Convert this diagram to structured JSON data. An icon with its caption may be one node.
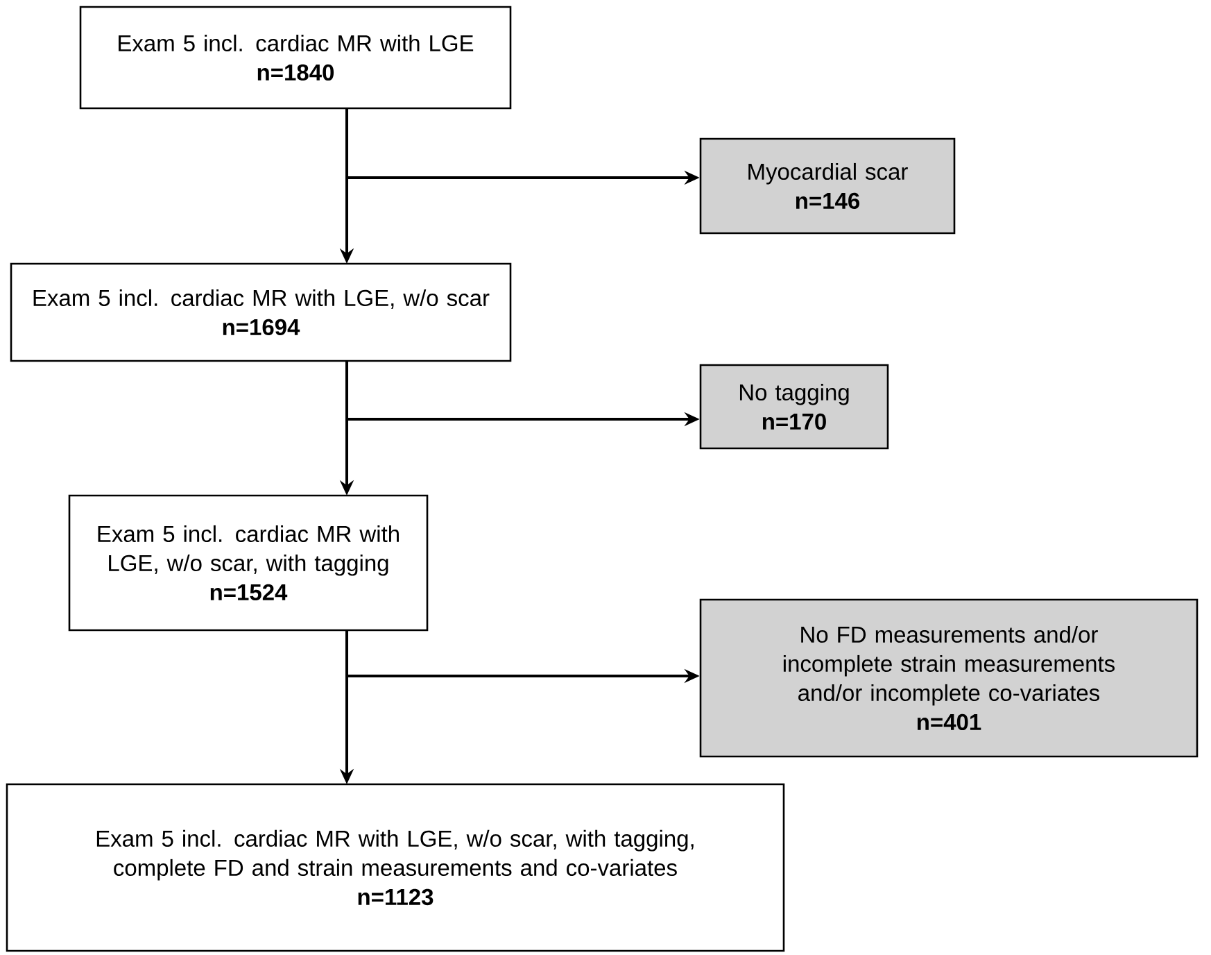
{
  "diagram": {
    "nodes": [
      {
        "text": [
          "Exam 5 incl. cardiac MR with LGE",
          "n=1840"
        ]
      },
      {
        "text": [
          "Myocardial  scar",
          "n=146"
        ]
      },
      {
        "text": [
          "Exam 5 incl. cardiac MR with LGE, w/o scar",
          "n=1694"
        ]
      },
      {
        "text": [
          "No tagging",
          "n=170"
        ]
      },
      {
        "text": [
          "Exam 5 incl. cardiac MR with LGE, w/o scar, with tagging",
          "n=1524"
        ]
      },
      {
        "text": [
          "No FD measurements and/or incomplete strain measurements and/or incomplete co-variates",
          "n=401"
        ]
      },
      {
        "text": [
          "Exam 5 incl. cardiac MR with LGE, w/o scar, with tagging, complete FD and strain measurements and co-variates",
          "n=1123"
        ]
      }
    ],
    "edges": [
      {
        "from": 0,
        "to": 2,
        "arrow": "to"
      },
      {
        "from": 0,
        "to": 1,
        "arrow": "to"
      },
      {
        "from": 2,
        "to": 4,
        "arrow": "to"
      },
      {
        "from": 2,
        "to": 3,
        "arrow": "to"
      },
      {
        "from": 4,
        "to": 6,
        "arrow": "to"
      },
      {
        "from": 4,
        "to": 5,
        "arrow": "to"
      }
    ]
  }
}
